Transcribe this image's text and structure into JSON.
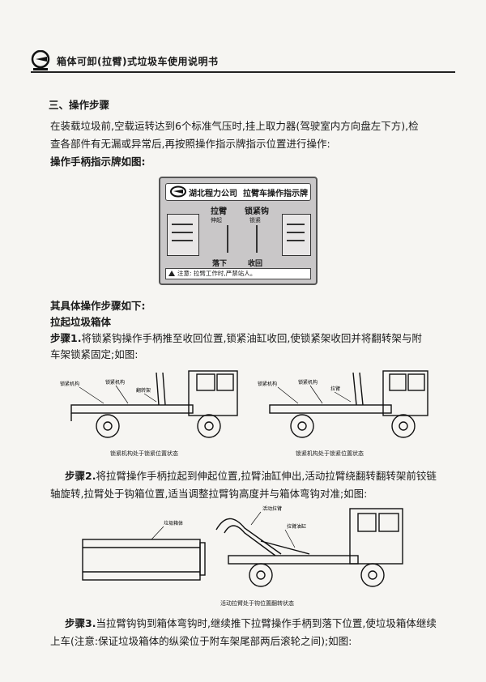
{
  "header": {
    "title": "箱体可卸(拉臂)式垃圾车使用说明书"
  },
  "section_title": "三、操作步骤",
  "intro": {
    "line1": "在装载垃圾前,空载运转达到6个标准气压时,挂上取力器(驾驶室内方向盘左下方),检",
    "line2": "查各部件有无漏或异常后,再按照操作指示牌指示位置进行操作:"
  },
  "plate_caption": "操作手柄指示牌如图:",
  "plate": {
    "company": "湖北程力公司",
    "title": "拉臂车操作指示牌",
    "label_arm": "拉臂",
    "label_hook": "锁紧钩",
    "label_extend": "伸起",
    "label_lock": "锁紧",
    "label_lower": "落下",
    "label_retract": "收回",
    "footer": "注意:  拉臂工作时,严禁站人。"
  },
  "steps_intro": "其具体操作步骤如下:",
  "subsection": "拉起垃圾箱体",
  "step1": {
    "label": "步骤1.",
    "line1": "将锁紧钩操作手柄推至收回位置,锁紧油缸收回,使锁紧架收回并将翻转架与附",
    "line2": "车架锁紧固定;如图:"
  },
  "fig1": {
    "left_caption": "锁紧机构处于锁紧位置状态",
    "right_caption": "锁紧机构处于锁紧位置状态",
    "labels_left": [
      "锁紧机构",
      "锁紧机构",
      "翻转架"
    ],
    "labels_right": [
      "锁紧机构",
      "锁紧机构",
      "拉臂"
    ]
  },
  "step2": {
    "label": "步骤2.",
    "line1": "将拉臂操作手柄拉起到伸起位置,拉臂油缸伸出,活动拉臂绕翻转翻转架前铰链",
    "line2": "轴旋转,拉臂处于钩箱位置,适当调整拉臂钩高度并与箱体弯钩对准;如图:"
  },
  "fig2": {
    "caption": "活动拉臂处于钩位置翻转状态",
    "label_box": "垃圾箱体",
    "label_arm": "活动拉臂",
    "label_cyl": "拉臂油缸"
  },
  "step3": {
    "label": "步骤3.",
    "line1": "当拉臂钩钩到箱体弯钩时,继续推下拉臂操作手柄到落下位置,使垃圾箱体继续",
    "line2": "上车(注意:保证垃圾箱体的纵梁位于附车架尾部两后滚轮之间);如图:"
  },
  "colors": {
    "ink": "#1a1a1a",
    "plate": "#c9c7c8",
    "paper": "#f6f5f2"
  }
}
